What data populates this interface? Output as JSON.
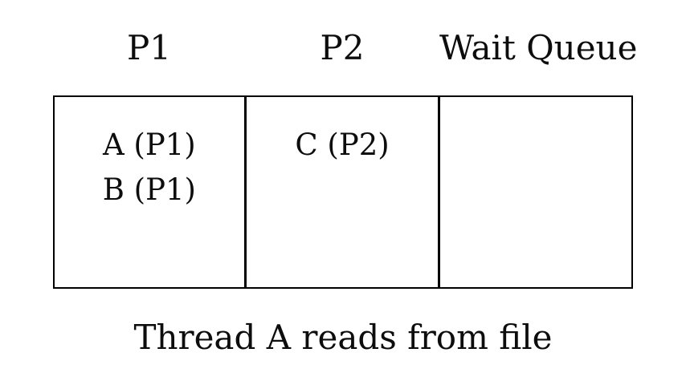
{
  "diagram": {
    "columns": [
      {
        "header": "P1",
        "items": [
          "A (P1)",
          "B (P1)"
        ]
      },
      {
        "header": "P2",
        "items": [
          "C (P2)"
        ]
      },
      {
        "header": "Wait Queue",
        "items": []
      }
    ],
    "caption": "Thread A reads from file",
    "colors": {
      "background": "#ffffff",
      "text": "#0d0d0d",
      "border": "#000000"
    }
  }
}
